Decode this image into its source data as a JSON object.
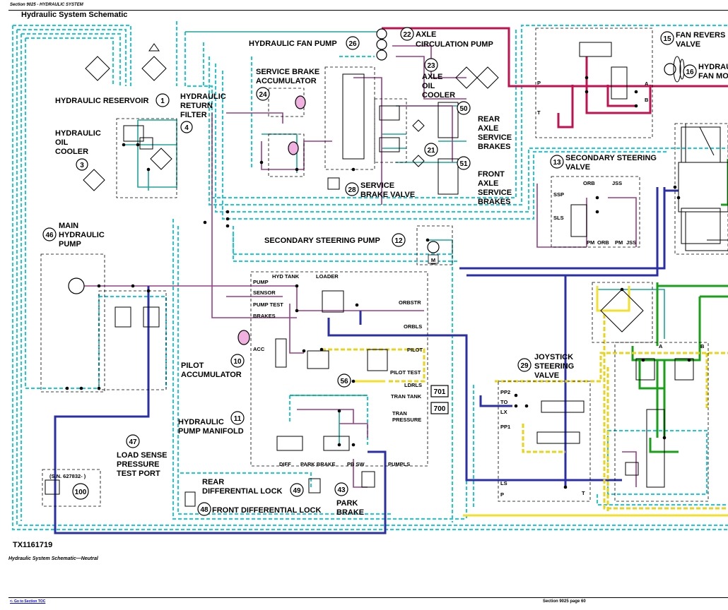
{
  "header": {
    "section": "Section 9025 - HYDRAULIC SYSTEM"
  },
  "diagram": {
    "title": "Hydraulic System Schematic",
    "figure_id": "TX1161719",
    "caption": "Hydraulic System Schematic—Neutral",
    "numbered_components": [
      {
        "num": "1",
        "label": "HYDRAULIC RESERVOIR"
      },
      {
        "num": "4",
        "label": ""
      },
      {
        "num": "3",
        "label": ""
      },
      {
        "num": "46",
        "label": "MAIN HYDRAULIC PUMP"
      },
      {
        "num": "26",
        "label": "HYDRAULIC FAN PUMP"
      },
      {
        "num": "22",
        "label": "AXLE CIRCULATION PUMP"
      },
      {
        "num": "24",
        "label": "SERVICE BRAKE ACCUMULATOR"
      },
      {
        "num": "23",
        "label": "AXLE OIL COOLER"
      },
      {
        "num": "50",
        "label": "REAR AXLE SERVICE BRAKES"
      },
      {
        "num": "21",
        "label": ""
      },
      {
        "num": "51",
        "label": "FRONT AXLE SERVICE BRAKES"
      },
      {
        "num": "28",
        "label": "SERVICE BRAKE VALVE"
      },
      {
        "num": "15",
        "label": "FAN REVERS VALVE"
      },
      {
        "num": "16",
        "label": "HYDRAU FAN MO"
      },
      {
        "num": "13",
        "label": "SECONDARY STEERING VALVE"
      },
      {
        "num": "12",
        "label": "SECONDARY STEERING PUMP"
      },
      {
        "num": "10",
        "label": "PILOT ACCUMULATOR"
      },
      {
        "num": "56",
        "label": ""
      },
      {
        "num": "11",
        "label": "HYDRAULIC PUMP MANIFOLD"
      },
      {
        "num": "47",
        "label": "LOAD SENSE PRESSURE TEST PORT"
      },
      {
        "num": "100",
        "label": ""
      },
      {
        "num": "49",
        "label": "REAR DIFFERENTIAL LOCK"
      },
      {
        "num": "48",
        "label": "FRONT DIFFERENTIAL LOCK"
      },
      {
        "num": "43",
        "label": "PARK BRAKE"
      },
      {
        "num": "29",
        "label": "JOYSTICK STEERING VALVE"
      }
    ],
    "text_labels": {
      "hyd_return_filter": [
        "HYDRAULIC",
        "RETURN",
        "FILTER"
      ],
      "hyd_oil_cooler": [
        "HYDRAULIC",
        "OIL",
        "COOLER"
      ],
      "sn": "(S.N. 627832- )",
      "boxes": [
        "701",
        "700"
      ],
      "ports": [
        "PUMP",
        "SENSOR",
        "PUMP TEST",
        "BRAKES",
        "HYD TANK",
        "LOADER",
        "ORBSTR",
        "ORBLS",
        "PILOT",
        "PILOT TEST",
        "LDRLS",
        "TRAN TANK",
        "TRAN",
        "PRESSURE",
        "ACC",
        "DIFF",
        "PARK BRAKE",
        "PB SW",
        "PUMPLS",
        "SSP",
        "SLS",
        "ORB",
        "JSS",
        "PM",
        "P",
        "T",
        "A",
        "B",
        "PP2",
        "TO",
        "LX",
        "PP1",
        "LS"
      ]
    },
    "colors": {
      "cyan_dashed": "#2fc3cf",
      "teal": "#1aa69a",
      "purple": "#9a3d86",
      "magenta": "#c0124f",
      "dark_blue": "#2a2fa8",
      "green": "#18a018",
      "yellow": "#f2e02a"
    }
  },
  "footer": {
    "toc_link": "<- Go to Section TOC",
    "page": "Section 9025 page 60"
  }
}
